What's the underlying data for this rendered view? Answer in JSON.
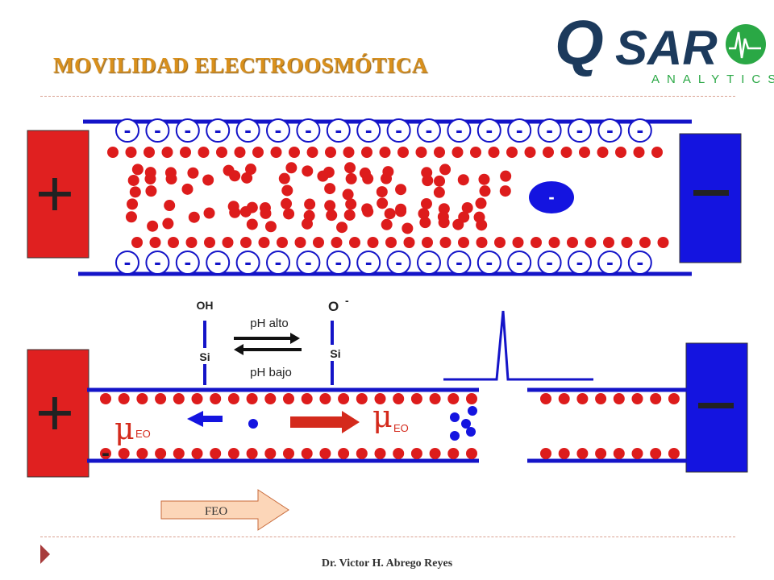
{
  "title": "MOVILIDAD ELECTROOSMÓTICA",
  "logo": {
    "wordmark": "QSAR",
    "tagline": "ANALYTICS",
    "colors": {
      "text": "#1c3a5c",
      "circle": "#2aa845"
    }
  },
  "top_channel": {
    "anode_symbol": "+",
    "cathode_symbol": "−",
    "wall_charge_symbol": "-",
    "wall_charges_per_side": 18,
    "anion_symbol": "-"
  },
  "bottom_channel": {
    "anode_symbol": "+",
    "cathode_symbol": "−",
    "silanol_label": "OH",
    "silanolate_label": "O",
    "silanolate_charge": "-",
    "silicon_label": "Si",
    "high_ph_label": "pH alto",
    "low_ph_label": "pH bajo",
    "mobility_symbol": "μ",
    "mobility_subscript": "EO",
    "stray_minus": "-",
    "flow_label": "FEO"
  },
  "footer": "Dr. Victor H. Abrego Reyes",
  "colors": {
    "title": "#d9901c",
    "ion_red": "#dd1c1c",
    "channel_blue": "#1414c8",
    "anode_fill": "#e02020",
    "cathode_fill": "#1414e0",
    "arrow_red": "#d42a1c",
    "flow_arrow_fill": "#fcd6b8",
    "footer_marker": "#a83c3c"
  }
}
